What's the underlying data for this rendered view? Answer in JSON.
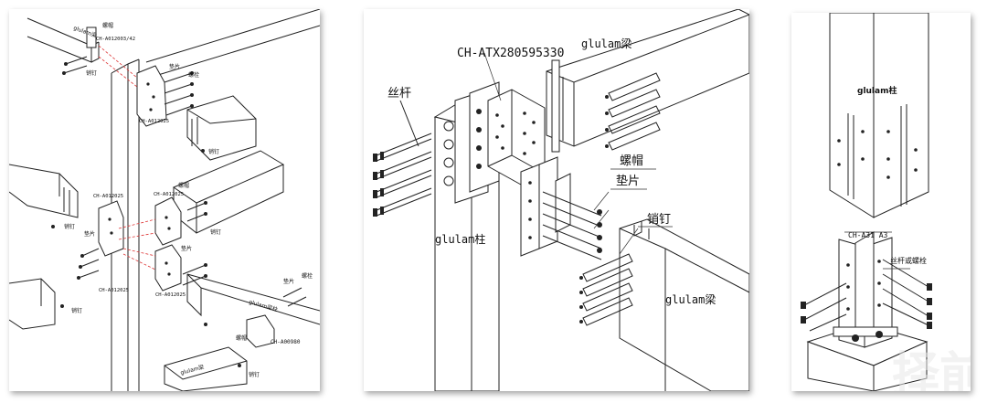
{
  "panel_left": {
    "code_a": "CH-A012003/42",
    "code_b": "CH-A012025",
    "code_c": "CH-A012025",
    "code_d": "CH-A012025",
    "code_e": "CH-A012025",
    "code_f": "CH-A012025",
    "code_g": "CH-A00980",
    "label_glulam_beam": "glulam梁",
    "label_glulam_beam2": "glulam梁柱",
    "label_glulam_beam3": "glulam梁",
    "nut": "螺帽",
    "washer": "垫片",
    "bolt": "螺栓",
    "pin": "销钉"
  },
  "panel_center": {
    "product_code": "CH-ATX280595330",
    "glulam_beam_top": "glulam梁",
    "threaded_rod": "丝杆",
    "nut": "螺帽",
    "washer": "垫片",
    "pin": "销钉",
    "glulam_column": "glulam柱",
    "glulam_beam_bottom": "glulam梁"
  },
  "panel_right": {
    "glulam_column": "glulam柱",
    "code": "CH-A31 A3",
    "rod_or_bolt": "丝杆或螺栓",
    "watermark": "择前台"
  }
}
